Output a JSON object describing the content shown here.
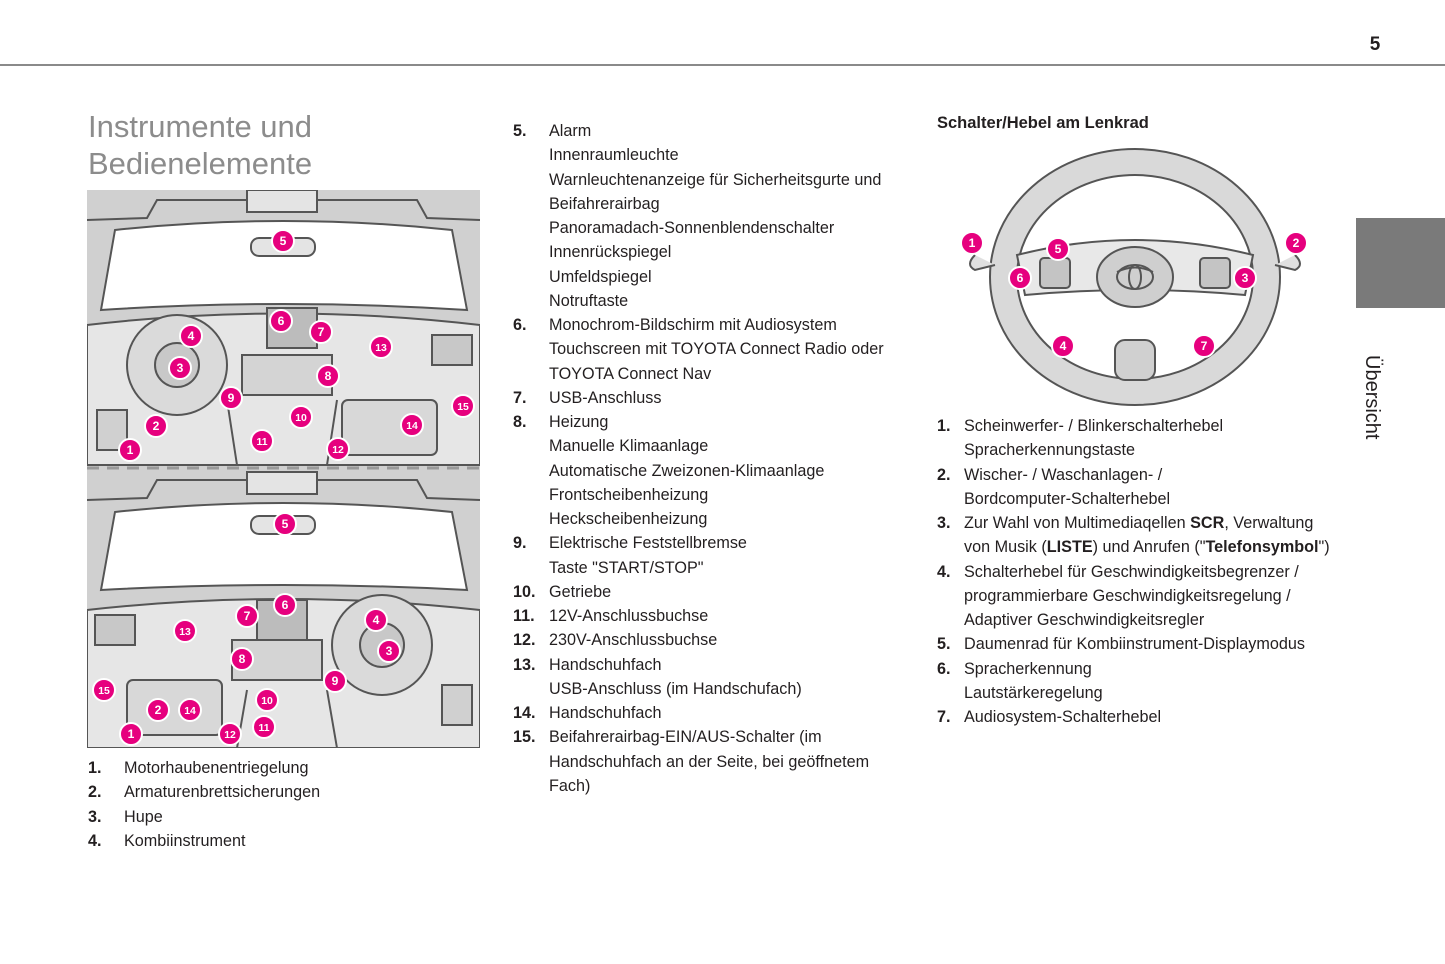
{
  "page_number": "5",
  "side_tab_label": "Übersicht",
  "title_lines": [
    "Instrumente und",
    "Bedienelemente"
  ],
  "accent_color": "#e6007e",
  "dashboard_figure": {
    "upper_badges": [
      "5",
      "6",
      "7",
      "4",
      "3",
      "13",
      "8",
      "9",
      "10",
      "15",
      "2",
      "14",
      "1",
      "11",
      "12"
    ],
    "lower_badges": [
      "5",
      "6",
      "7",
      "13",
      "4",
      "3",
      "8",
      "9",
      "15",
      "2",
      "14",
      "10",
      "1",
      "12",
      "11"
    ]
  },
  "left_list": [
    {
      "num": "1.",
      "lines": [
        "Motorhaubenentriegelung"
      ]
    },
    {
      "num": "2.",
      "lines": [
        "Armaturenbrettsicherungen"
      ]
    },
    {
      "num": "3.",
      "lines": [
        "Hupe"
      ]
    },
    {
      "num": "4.",
      "lines": [
        "Kombiinstrument"
      ]
    }
  ],
  "middle_list": [
    {
      "num": "5.",
      "lines": [
        "Alarm",
        "Innenraumleuchte",
        "Warnleuchtenanzeige für Sicherheitsgurte und",
        "Beifahrerairbag",
        "Panoramadach-Sonnenblendenschalter",
        "Innenrückspiegel",
        "Umfeldspiegel",
        "Notruftaste"
      ]
    },
    {
      "num": "6.",
      "lines": [
        "Monochrom-Bildschirm mit Audiosystem",
        "Touchscreen mit TOYOTA Connect Radio oder",
        "TOYOTA Connect Nav"
      ]
    },
    {
      "num": "7.",
      "lines": [
        "USB-Anschluss"
      ]
    },
    {
      "num": "8.",
      "lines": [
        "Heizung",
        "Manuelle Klimaanlage",
        "Automatische Zweizonen-Klimaanlage",
        "Frontscheibenheizung",
        "Heckscheibenheizung"
      ]
    },
    {
      "num": "9.",
      "lines": [
        "Elektrische Feststellbremse",
        "Taste \"START/STOP\""
      ]
    },
    {
      "num": "10.",
      "lines": [
        "Getriebe"
      ]
    },
    {
      "num": "11.",
      "lines": [
        "12V-Anschlussbuchse"
      ]
    },
    {
      "num": "12.",
      "lines": [
        "230V-Anschlussbuchse"
      ]
    },
    {
      "num": "13.",
      "lines": [
        "Handschuhfach",
        "USB-Anschluss (im Handschufach)"
      ]
    },
    {
      "num": "14.",
      "lines": [
        "Handschuhfach"
      ]
    },
    {
      "num": "15.",
      "lines": [
        "Beifahrerairbag-EIN/AUS-Schalter (im",
        "Handschuhfach an der Seite, bei geöffnetem",
        "Fach)"
      ]
    }
  ],
  "right_heading": "Schalter/Hebel am Lenkrad",
  "wheel_badges": [
    "1",
    "5",
    "6",
    "2",
    "3",
    "4",
    "7"
  ],
  "right_list": [
    {
      "num": "1.",
      "lines": [
        "Scheinwerfer- / Blinkerschalterhebel",
        "Spracherkennungstaste"
      ]
    },
    {
      "num": "2.",
      "lines": [
        "Wischer- / Waschanlagen- /",
        "Bordcomputer-Schalterhebel"
      ]
    },
    {
      "num": "3.",
      "rich": [
        [
          {
            "t": "Zur Wahl von Multimediaqellen "
          },
          {
            "t": "SCR",
            "b": true
          },
          {
            "t": ", Verwaltung"
          }
        ],
        [
          {
            "t": "von Musik ("
          },
          {
            "t": "LISTE",
            "b": true
          },
          {
            "t": ") und Anrufen (\""
          },
          {
            "t": "Telefonsymbol",
            "b": true
          },
          {
            "t": "\")"
          }
        ]
      ]
    },
    {
      "num": "4.",
      "lines": [
        "Schalterhebel für Geschwindigkeitsbegrenzer /",
        "programmierbare Geschwindigkeitsregelung /",
        "Adaptiver Geschwindigkeitsregler"
      ]
    },
    {
      "num": "5.",
      "lines": [
        "Daumenrad für Kombiinstrument-Displaymodus"
      ]
    },
    {
      "num": "6.",
      "lines": [
        "Spracherkennung",
        "Lautstärkeregelung"
      ]
    },
    {
      "num": "7.",
      "lines": [
        "Audiosystem-Schalterhebel"
      ]
    }
  ]
}
